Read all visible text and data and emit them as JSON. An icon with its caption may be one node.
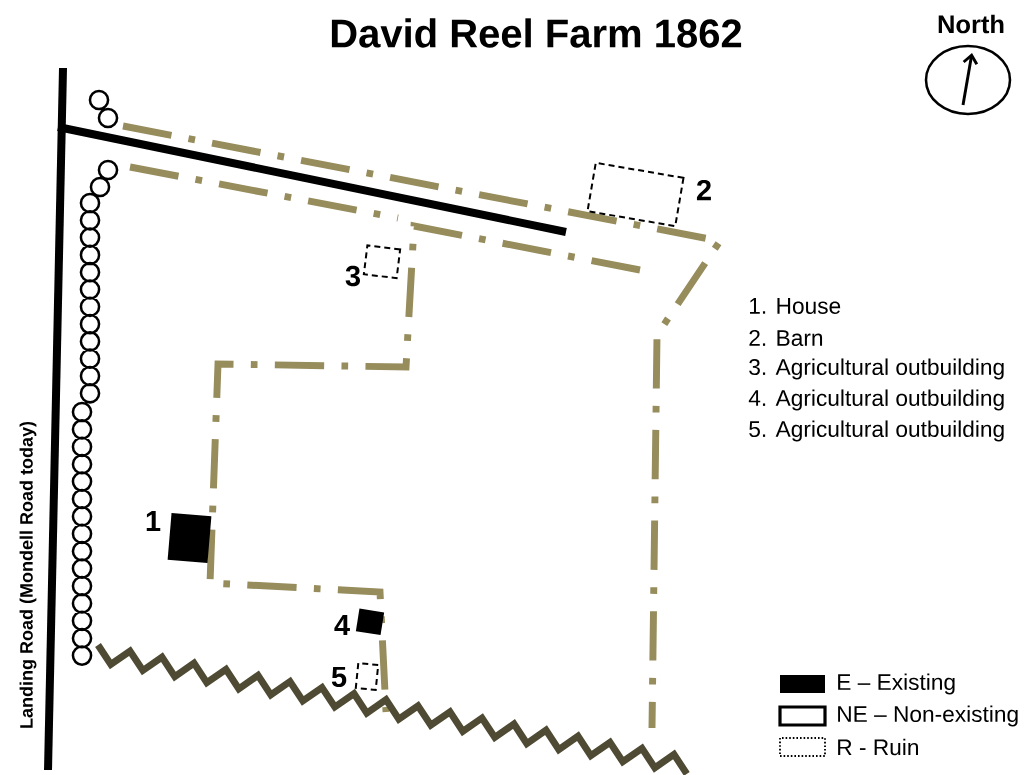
{
  "diagram": {
    "title": "David Reel Farm 1862",
    "nodes": [
      {
        "text": [],
        "shape": "box",
        "beside": [
          "2"
        ]
      },
      {
        "text": [],
        "shape": "box",
        "beside": [
          "3"
        ]
      },
      {
        "text": [],
        "shape": "box",
        "beside": [
          "1"
        ]
      },
      {
        "text": [],
        "shape": "box",
        "beside": [
          "4"
        ]
      },
      {
        "text": [],
        "shape": "box",
        "beside": [
          "5"
        ]
      }
    ],
    "labels": [
      "North",
      "1. House",
      "2. Barn",
      "3. Agricultural outbuilding",
      "4. Agricultural outbuilding",
      "5. Agricultural outbuilding",
      "Landing Road (Mondell Road today)"
    ],
    "legend": [
      {
        "text": "E – Existing",
        "color": "#000000"
      },
      {
        "text": "NE – Non-existing"
      },
      {
        "text": "R - Ruin"
      }
    ]
  }
}
